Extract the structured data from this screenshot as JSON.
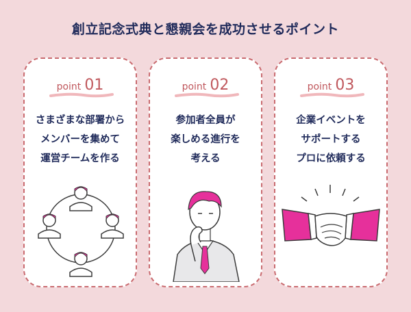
{
  "header": {
    "title": "創立記念式典と懇親会を成功させるポイント"
  },
  "cards": [
    {
      "point_label": "point",
      "number": "01",
      "lines": [
        "さまざまな部署から",
        "メンバーを集めて",
        "運営チームを作る"
      ]
    },
    {
      "point_label": "point",
      "number": "02",
      "lines": [
        "参加者全員が",
        "楽しめる進行を",
        "考える"
      ]
    },
    {
      "point_label": "point",
      "number": "03",
      "lines": [
        "企業イベントを",
        "サポートする",
        "プロに依頼する"
      ]
    }
  ],
  "colors": {
    "background": "#f3d9dc",
    "title_text": "#1f2a5a",
    "card_border": "#c96a6f",
    "accent_pink": "#e6309b",
    "point_text": "#c0585d"
  },
  "icons": [
    "team-circle-illustration",
    "thinking-person-illustration",
    "handshake-illustration"
  ]
}
